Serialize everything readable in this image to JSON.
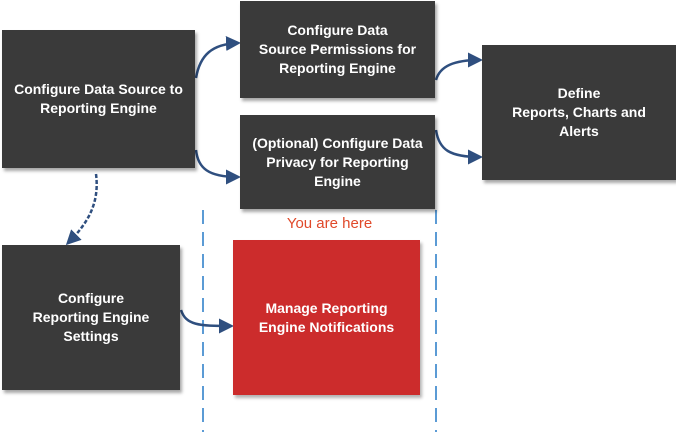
{
  "steps": {
    "data_source": "Configure Data Source to\nReporting Engine",
    "permissions": "Configure Data\nSource Permissions for\nReporting Engine",
    "privacy": "(Optional) Configure Data\nPrivacy for Reporting\nEngine",
    "define": "Define\nReports, Charts and\nAlerts",
    "settings": "Configure\nReporting Engine\nSettings",
    "notifications": "Manage Reporting\nEngine Notifications"
  },
  "indicator": "You are here",
  "colors": {
    "box": "#3a3a3a",
    "current": "#cc2c2c",
    "arrow": "#2f4f7f",
    "dashed_line": "#5b9bd5",
    "indicator_text": "#e0492a"
  }
}
